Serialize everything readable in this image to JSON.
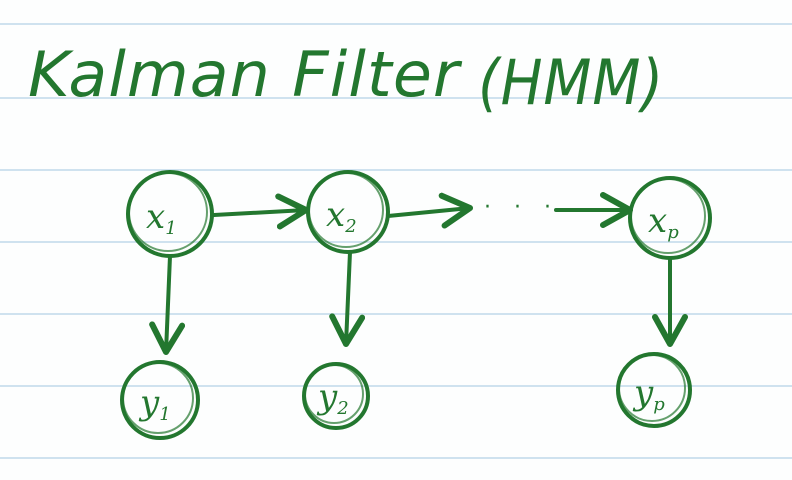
{
  "title": "Kalman Filter",
  "title_suffix": "(HMM)",
  "ink_color": "#23772f",
  "paper": {
    "background": "#fdfefe",
    "rule_color": "#cfe2ef"
  },
  "hidden_nodes": [
    {
      "id": "x1",
      "base": "x",
      "sub": "1"
    },
    {
      "id": "x2",
      "base": "x",
      "sub": "2"
    },
    {
      "id": "xp",
      "base": "x",
      "sub": "p"
    }
  ],
  "observed_nodes": [
    {
      "id": "y1",
      "base": "y",
      "sub": "1"
    },
    {
      "id": "y2",
      "base": "y",
      "sub": "2"
    },
    {
      "id": "yp",
      "base": "y",
      "sub": "p"
    }
  ],
  "ellipsis": "· · ·",
  "edges": [
    {
      "from": "x1",
      "to": "x2"
    },
    {
      "from": "x2",
      "to": "ellipsis"
    },
    {
      "from": "ellipsis",
      "to": "xp"
    },
    {
      "from": "x1",
      "to": "y1"
    },
    {
      "from": "x2",
      "to": "y2"
    },
    {
      "from": "xp",
      "to": "yp"
    }
  ]
}
